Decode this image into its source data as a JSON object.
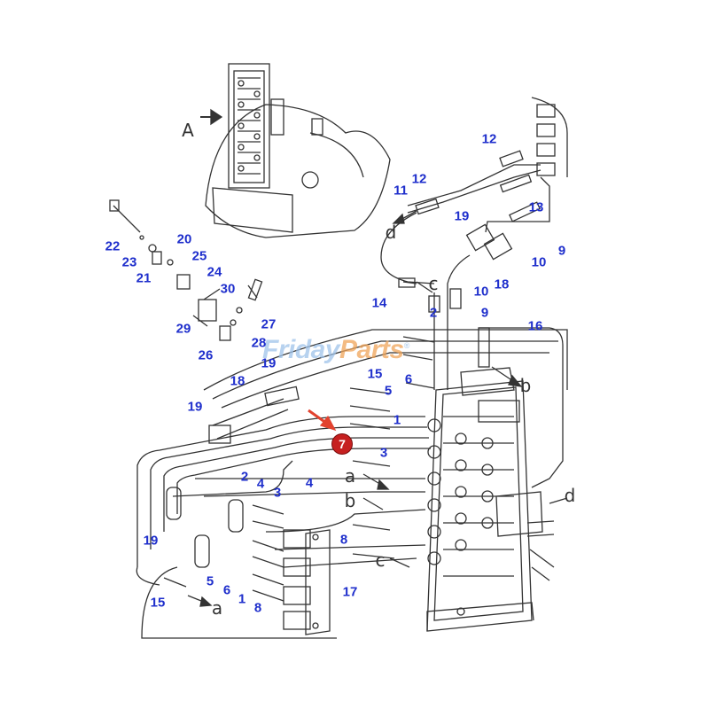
{
  "watermark": {
    "part1": "Friday",
    "part2": "Parts",
    "mark": "®",
    "colors": {
      "main": "#9fc3ea",
      "accent": "#f0a55a"
    }
  },
  "highlight": {
    "number": "7",
    "color": "#c62020"
  },
  "view_label": "A",
  "part_labels": [
    {
      "text": "12"
    },
    {
      "text": "12"
    },
    {
      "text": "11"
    },
    {
      "text": "13"
    },
    {
      "text": "19"
    },
    {
      "text": "9"
    },
    {
      "text": "10"
    },
    {
      "text": "18"
    },
    {
      "text": "14"
    },
    {
      "text": "10"
    },
    {
      "text": "9"
    },
    {
      "text": "2"
    },
    {
      "text": "16"
    },
    {
      "text": "22"
    },
    {
      "text": "20"
    },
    {
      "text": "23"
    },
    {
      "text": "25"
    },
    {
      "text": "21"
    },
    {
      "text": "24"
    },
    {
      "text": "30"
    },
    {
      "text": "27"
    },
    {
      "text": "29"
    },
    {
      "text": "28"
    },
    {
      "text": "26"
    },
    {
      "text": "19"
    },
    {
      "text": "15"
    },
    {
      "text": "18"
    },
    {
      "text": "5"
    },
    {
      "text": "6"
    },
    {
      "text": "19"
    },
    {
      "text": "1"
    },
    {
      "text": "3"
    },
    {
      "text": "4"
    },
    {
      "text": "2"
    },
    {
      "text": "4"
    },
    {
      "text": "3"
    },
    {
      "text": "19"
    },
    {
      "text": "8"
    },
    {
      "text": "5"
    },
    {
      "text": "6"
    },
    {
      "text": "17"
    },
    {
      "text": "15"
    },
    {
      "text": "1"
    },
    {
      "text": "8"
    }
  ],
  "connection_labels": [
    {
      "text": "d"
    },
    {
      "text": "c"
    },
    {
      "text": "b"
    },
    {
      "text": "d"
    },
    {
      "text": "a"
    },
    {
      "text": "b"
    },
    {
      "text": "c"
    },
    {
      "text": "a"
    }
  ],
  "colors": {
    "label": "#1f2fcc",
    "line": "#333333"
  }
}
